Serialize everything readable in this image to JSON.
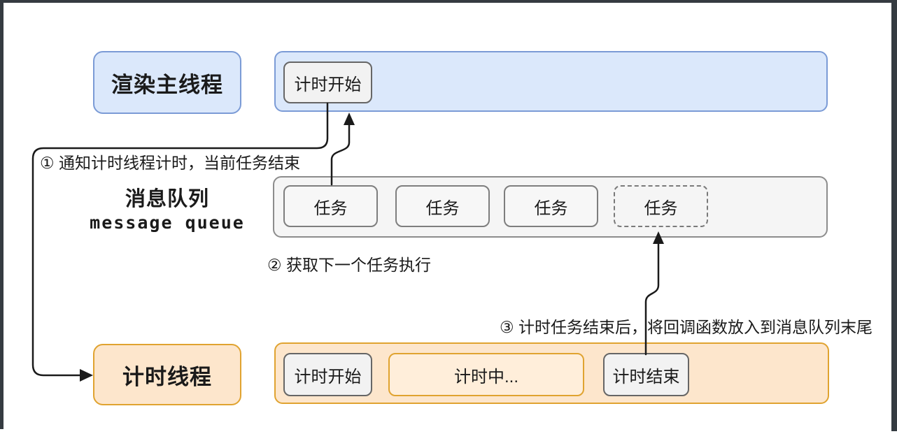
{
  "diagram": {
    "render_thread": {
      "label": "渲染主线程",
      "timer_start_label": "计时开始"
    },
    "message_queue": {
      "label_zh": "消息队列",
      "label_en": "message queue",
      "tasks": [
        "任务",
        "任务",
        "任务",
        "任务"
      ]
    },
    "timer_thread": {
      "label": "计时线程",
      "timer_start_label": "计时开始",
      "timing_label": "计时中...",
      "timer_end_label": "计时结束"
    },
    "annotations": {
      "step1": "① 通知计时线程计时，当前任务结束",
      "step2": "② 获取下一个任务执行",
      "step3": "③ 计时任务结束后，将回调函数放入到消息队列末尾"
    },
    "colors": {
      "blue_fill": "#dbe8fb",
      "blue_stroke": "#7b9bd6",
      "orange_fill": "#fde6cc",
      "orange_stroke": "#e0a330",
      "gray_bar_fill": "#f5f5f5",
      "gray_bar_stroke": "#8c8c8c",
      "chip_fill": "#f2f2f2",
      "chip_stroke": "#666666",
      "arrow_line": "#1a1a1a",
      "frame": "#353b41"
    }
  }
}
